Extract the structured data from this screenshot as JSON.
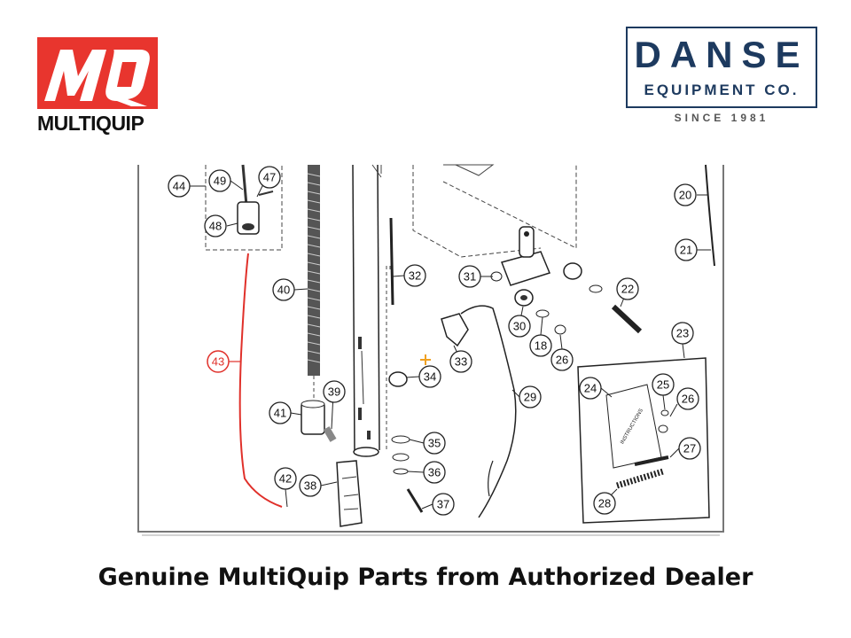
{
  "logos": {
    "multiquip": {
      "mark": "MQ",
      "wordmark": "MULTIQUIP",
      "color": "#e8352e"
    },
    "danse": {
      "title": "DANSE",
      "subtitle": "EQUIPMENT CO.",
      "since": "SINCE 1981",
      "color": "#1d3a5f"
    }
  },
  "diagram": {
    "highlight_color": "#e0302a",
    "callouts": [
      {
        "label": "44"
      },
      {
        "label": "49"
      },
      {
        "label": "47"
      },
      {
        "label": "48"
      },
      {
        "label": "40"
      },
      {
        "label": "43",
        "highlighted": true
      },
      {
        "label": "41"
      },
      {
        "label": "39"
      },
      {
        "label": "42"
      },
      {
        "label": "38"
      },
      {
        "label": "32"
      },
      {
        "label": "34"
      },
      {
        "label": "35"
      },
      {
        "label": "36"
      },
      {
        "label": "37"
      },
      {
        "label": "31"
      },
      {
        "label": "30"
      },
      {
        "label": "33"
      },
      {
        "label": "18"
      },
      {
        "label": "26"
      },
      {
        "label": "29"
      },
      {
        "label": "22"
      },
      {
        "label": "20"
      },
      {
        "label": "21"
      },
      {
        "label": "23"
      },
      {
        "label": "24"
      },
      {
        "label": "25"
      },
      {
        "label": "26"
      },
      {
        "label": "27"
      },
      {
        "label": "28"
      }
    ],
    "instructions_label": "INSTRUCTIONS"
  },
  "caption": "Genuine MultiQuip Parts from Authorized Dealer"
}
